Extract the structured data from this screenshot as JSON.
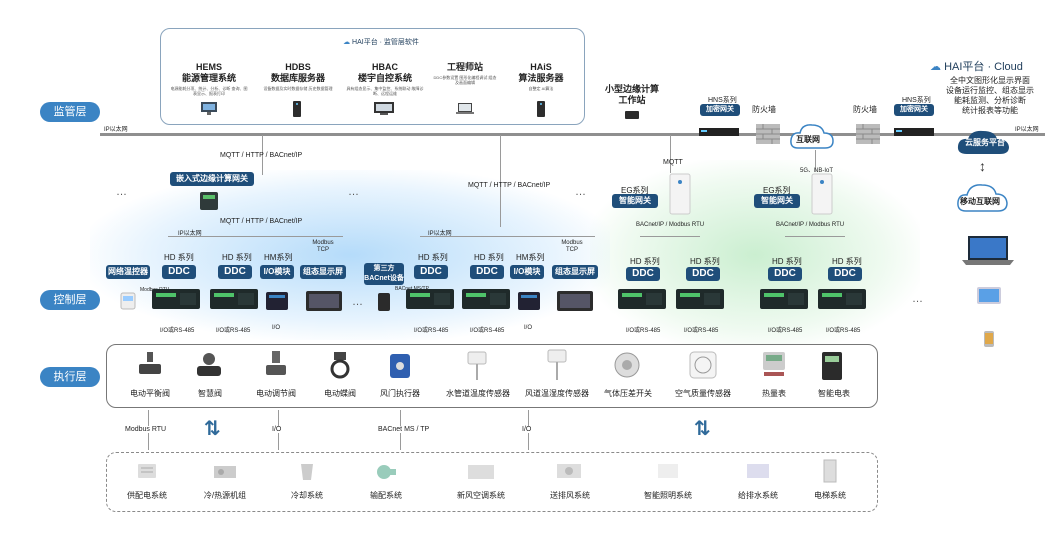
{
  "tiers": {
    "supervision": "监管层",
    "control": "控制层",
    "execution": "执行层"
  },
  "hai_software": {
    "header": "HAI平台 · 监管层软件",
    "systems": [
      {
        "en": "HEMS",
        "cn": "能源管理系统",
        "desc": "电源能耗分项、统计、分析、诊断 查询、图表显示、报表打印"
      },
      {
        "en": "HDBS",
        "cn": "数据库服务器",
        "desc": "设备数据及实时数据存储 历史数据管理"
      },
      {
        "en": "HBAC",
        "cn": "楼宇自控系统",
        "desc": "具有组态显示、集中监控、系统联动 故障诊断、远程运维"
      },
      {
        "en": "工程师站",
        "cn": "",
        "desc": "DDC参数设置 图形化编程调试 组态及画面编辑"
      },
      {
        "en": "HAiS",
        "cn": "算法服务器",
        "desc": "自整定 AI算法"
      }
    ]
  },
  "edge_station": "小型边缘计算 工作站",
  "bus": {
    "ip_left": "IP以太网",
    "ip_right": "IP以太网"
  },
  "cloud": {
    "title": "HAI平台 · Cloud",
    "features": [
      "全中文图形化显示界面",
      "设备运行监控、组态显示",
      "能耗监测、分析诊断",
      "统计报表等功能"
    ],
    "cloud_platform": "云服务平台",
    "mobile_internet": "移动互联网",
    "internet": "互联网"
  },
  "network": {
    "hns_left": "HNS系列",
    "hns_left_tag": "加密网关",
    "firewall_left": "防火墙",
    "firewall_right": "防火墙",
    "hns_right": "HNS系列",
    "hns_right_tag": "加密网关",
    "mqtt": "MQTT",
    "nbiot": "5G、NB-IoT"
  },
  "protocols": {
    "p1": "MQTT / HTTP / BACnet/IP",
    "p2": "MQTT / HTTP / BACnet/IP",
    "p3": "MQTT / HTTP / BACnet/IP",
    "ip1": "IP以太网",
    "ip2": "IP以太网",
    "bac_modbus1": "BACnet/IP / Modbus RTU",
    "bac_modbus2": "BACnet/IP / Modbus RTU",
    "modbus_tcp1": "Modbus TCP",
    "modbus_tcp2": "Modbus TCP",
    "modbus_rtu_small": "Modbus RTU",
    "modbus_small": "Modbus RTU",
    "bacnet_small": "BACnet MS/TP"
  },
  "edge_gateway": "嵌入式边缘计算网关",
  "eg": [
    {
      "series": "EG系列",
      "tag": "智能网关"
    },
    {
      "series": "EG系列",
      "tag": "智能网关"
    }
  ],
  "control": {
    "net_thermostat": "网络温控器",
    "hd_series": "HD 系列",
    "ddc": "DDC",
    "hm_series": "HM系列",
    "io_module": "I/O模块",
    "display": "组态显示屏",
    "third_party": "第三方 BACnet设备",
    "io_rs485": "I/O或RS-485",
    "io": "I/O"
  },
  "field_devices": [
    "电动平衡阀",
    "智慧阀",
    "电动调节阀",
    "电动蝶阀",
    "风门执行器",
    "水管道温度传感器",
    "风道温湿度传感器",
    "气体压差开关",
    "空气质量传感器",
    "热量表",
    "智能电表"
  ],
  "bottom_protocols": {
    "b1": "Modbus RTU",
    "b2": "I/O",
    "b3": "BACnet MS / TP",
    "b4": "I/O"
  },
  "subsystems": [
    "供配电系统",
    "冷/热源机组",
    "冷却系统",
    "输配系统",
    "新风空调系统",
    "送排风系统",
    "智能照明系统",
    "给排水系统",
    "电梯系统"
  ],
  "ellipsis": "…"
}
